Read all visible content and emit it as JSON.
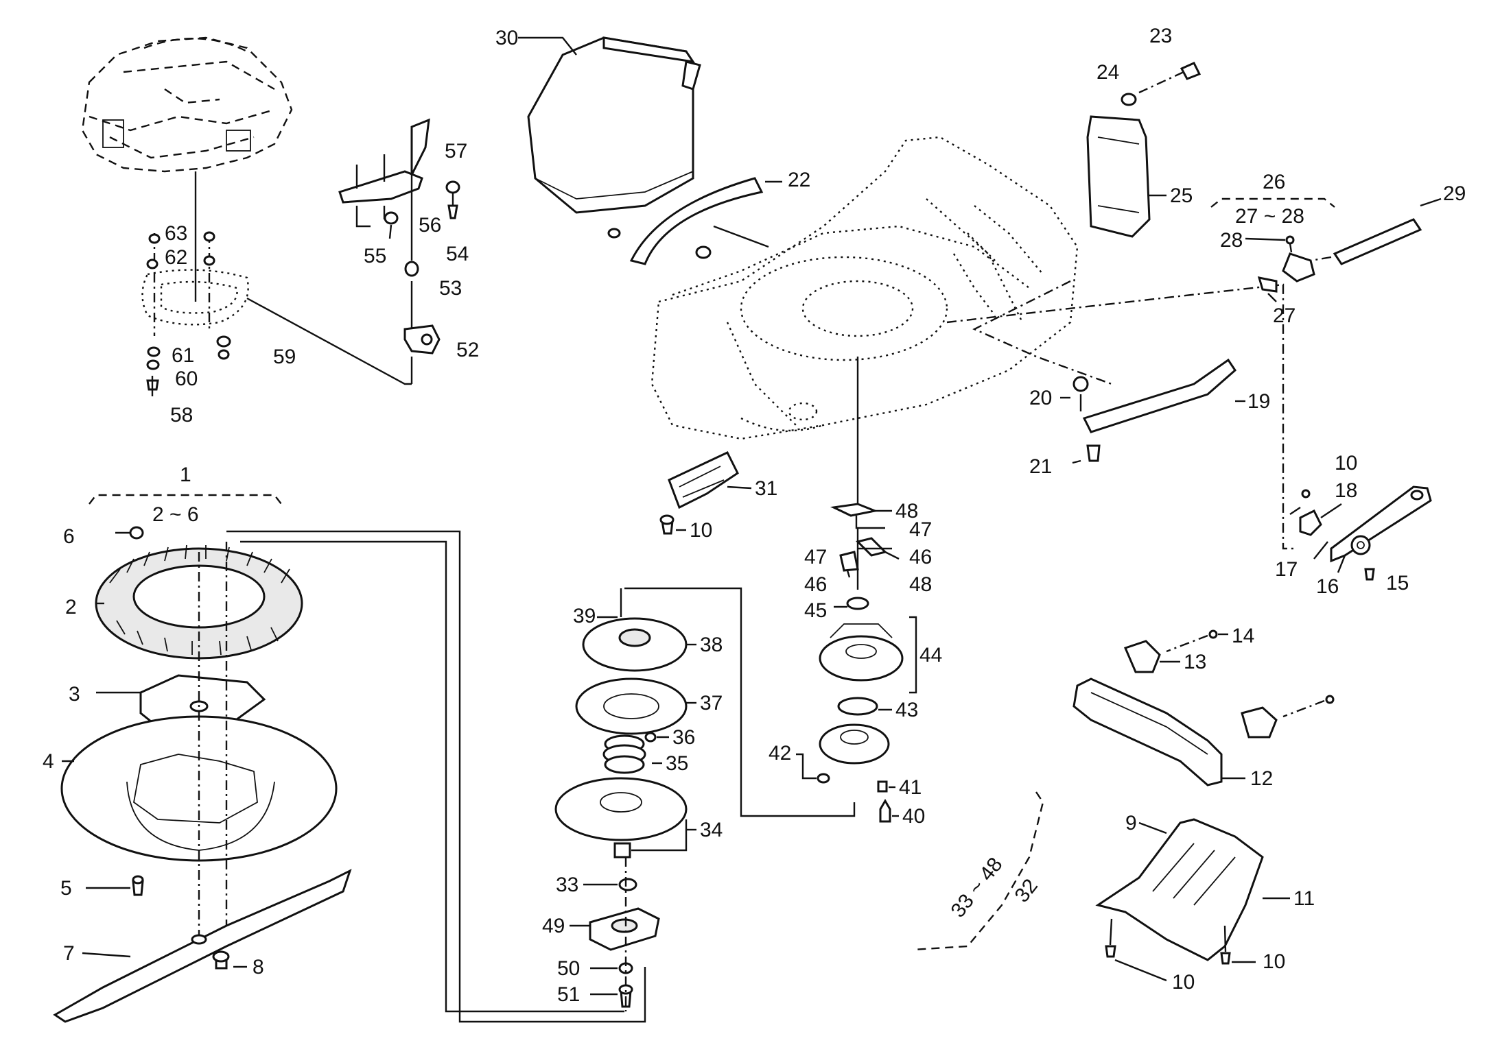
{
  "labels": {
    "l1": "1",
    "l2_6": "2 ~ 6",
    "l2": "2",
    "l3": "3",
    "l4": "4",
    "l5": "5",
    "l6": "6",
    "l7": "7",
    "l8": "8",
    "l9": "9",
    "l10a": "10",
    "l10b": "10",
    "l10c": "10",
    "l10d": "10",
    "l11": "11",
    "l12": "12",
    "l13": "13",
    "l14": "14",
    "l15": "15",
    "l16": "16",
    "l17": "17",
    "l18": "18",
    "l19": "19",
    "l20": "20",
    "l21": "21",
    "l22": "22",
    "l23": "23",
    "l24": "24",
    "l25": "25",
    "l26": "26",
    "l27_28": "27 ~ 28",
    "l27": "27",
    "l28": "28",
    "l29": "29",
    "l30": "30",
    "l31": "31",
    "l33_48": "33 ~ 48",
    "l32": "32",
    "l33": "33",
    "l34": "34",
    "l35": "35",
    "l36": "36",
    "l37": "37",
    "l38": "38",
    "l39": "39",
    "l40": "40",
    "l41": "41",
    "l42": "42",
    "l43": "43",
    "l44": "44",
    "l45": "45",
    "l46a": "46",
    "l46b": "46",
    "l47a": "47",
    "l47b": "47",
    "l48a": "48",
    "l48b": "48",
    "l49": "49",
    "l50": "50",
    "l51": "51",
    "l52": "52",
    "l53": "53",
    "l54": "54",
    "l55": "55",
    "l56": "56",
    "l57": "57",
    "l58": "58",
    "l59": "59",
    "l60": "60",
    "l61": "61",
    "l62": "62",
    "l63": "63"
  }
}
